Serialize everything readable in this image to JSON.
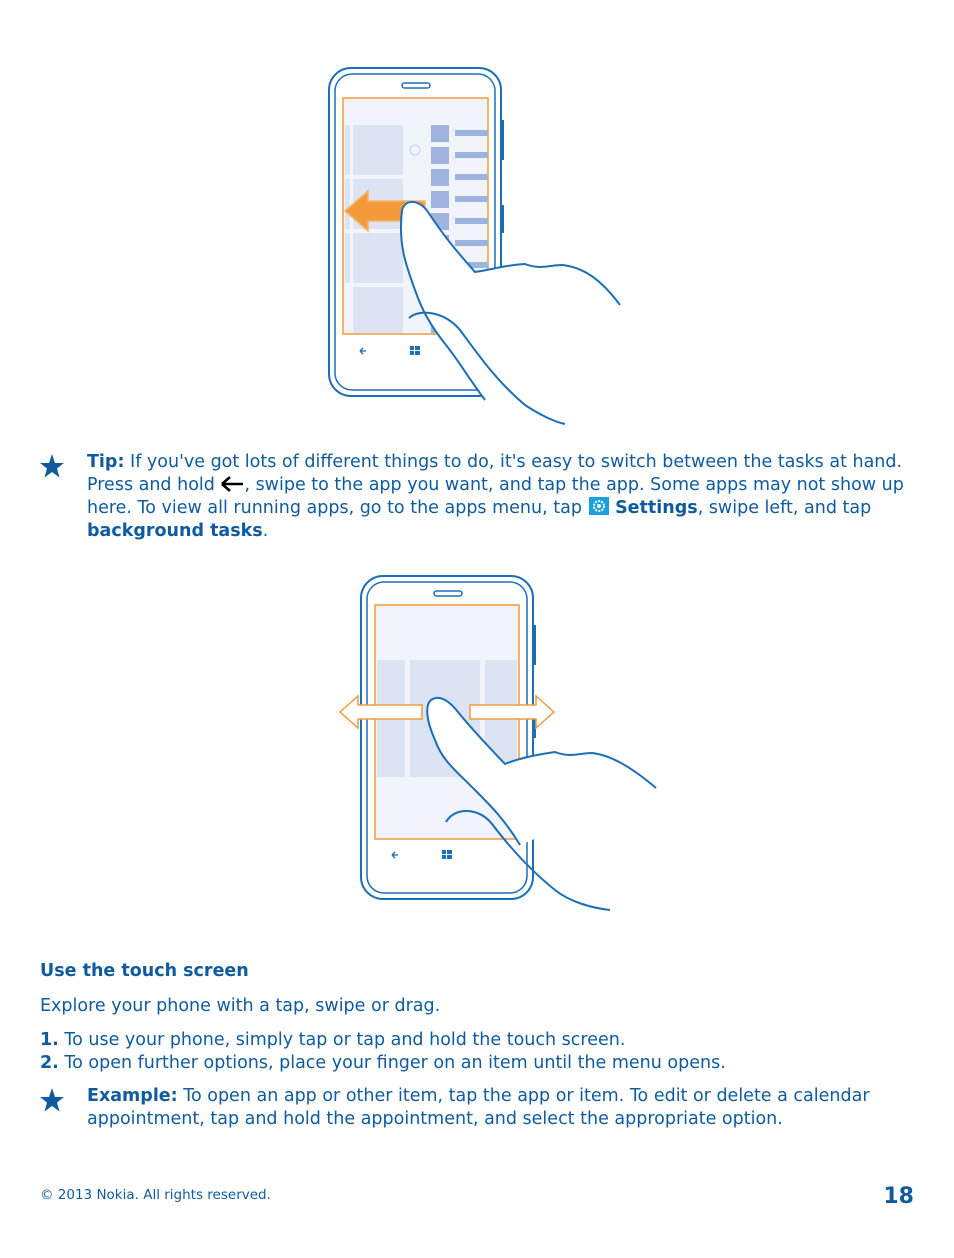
{
  "illustrations": {
    "figure1": {
      "description_icon": "hand-swipe-left-icon"
    },
    "figure2": {
      "description_icon": "hand-swipe-horizontal-icon"
    }
  },
  "tip": {
    "label": "Tip:",
    "text_line1": " If you've got lots of different things to do, it's easy to switch between the tasks at hand.",
    "text_line2a": "Press and hold ",
    "text_line2b": ", swipe to the app you want, and tap the app. Some apps may not show up",
    "text_line3a": "here. To view all running apps, go to the apps menu, tap ",
    "settings_label": "Settings",
    "text_line3b": ", swipe left, and tap",
    "background_tasks_label": "background tasks",
    "text_line4": "."
  },
  "section": {
    "heading": "Use the touch screen",
    "intro": "Explore your phone with a tap, swipe or drag.",
    "steps": [
      {
        "num": "1.",
        "text": " To use your phone, simply tap or tap and hold the touch screen."
      },
      {
        "num": "2.",
        "text": " To open further options, place your finger on an item until the menu opens."
      }
    ]
  },
  "example": {
    "label": "Example:",
    "text_line1": " To open an app or other item, tap the app or item. To edit or delete a calendar",
    "text_line2": "appointment, tap and hold the appointment, and select the appropriate option."
  },
  "footer": {
    "copyright": "© 2013 Nokia. All rights reserved.",
    "page_number": "18"
  },
  "colors": {
    "brand_blue": "#0f5b9e",
    "outline_blue": "#1a6fb8",
    "accent_orange": "#f39a3a",
    "tile_light": "#dce3f3",
    "tile_mid": "#9eb3de"
  }
}
